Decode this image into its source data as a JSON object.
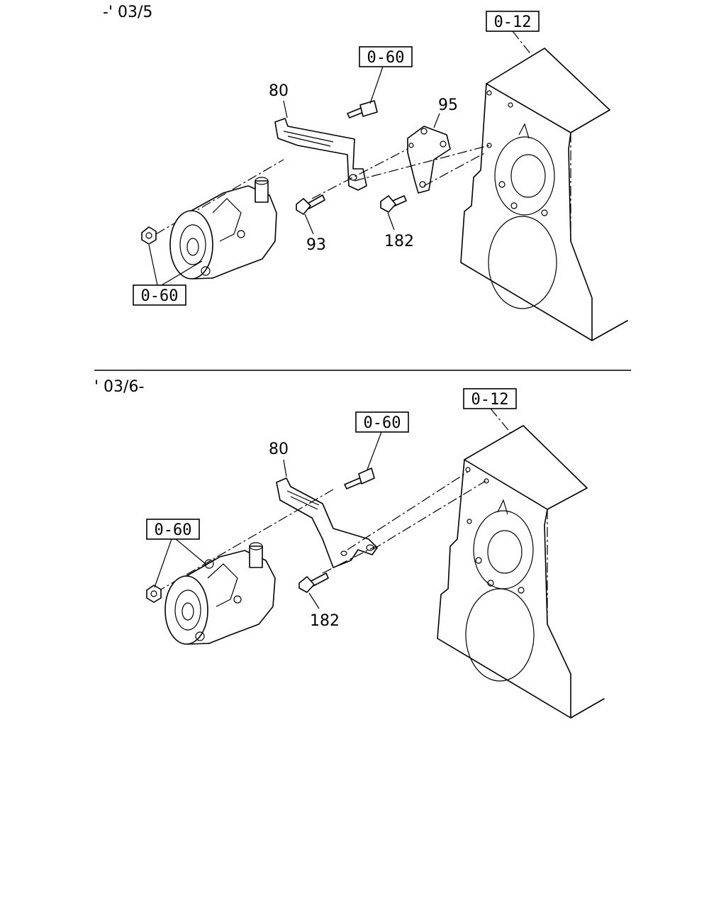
{
  "sections": [
    {
      "label": "-' 03/5",
      "ref_engine": "0-12",
      "ref_bolt": "0-60",
      "ref_nuts": "0-60",
      "parts": {
        "bracket": "80",
        "plate": "95",
        "bolt_a": "93",
        "bolt_b": "182"
      }
    },
    {
      "label": "' 03/6-",
      "ref_engine": "0-12",
      "ref_bolt": "0-60",
      "ref_nuts": "0-60",
      "parts": {
        "bracket": "80",
        "bolt_b": "182"
      }
    }
  ]
}
